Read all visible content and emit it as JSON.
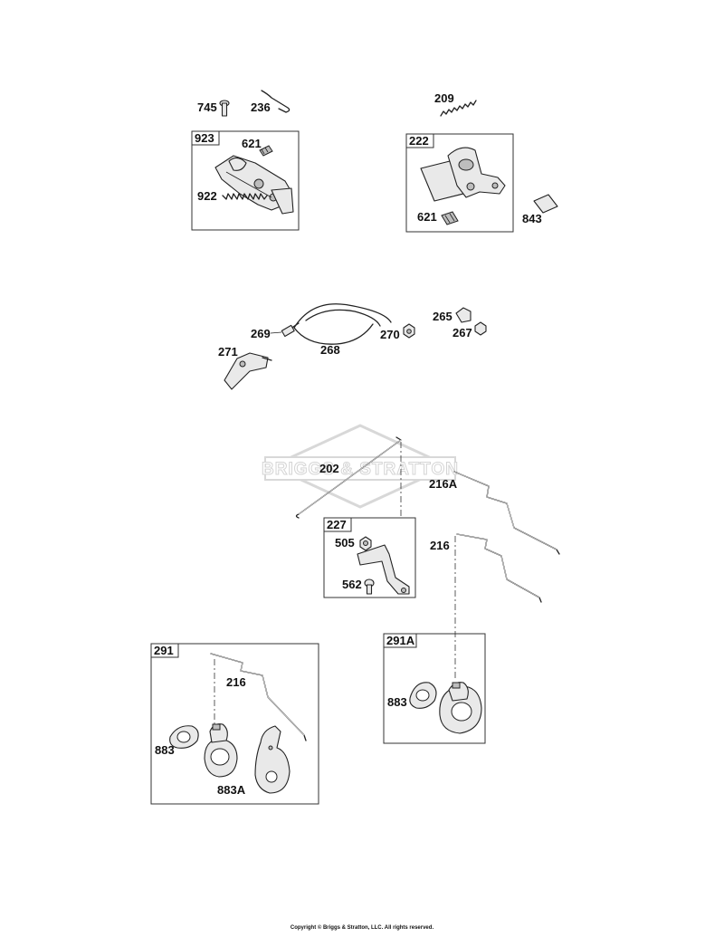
{
  "watermark": "BRIGGS & STRATTON",
  "callouts": {
    "p745": "745",
    "p236": "236",
    "p923": "923",
    "p621a": "621",
    "p922": "922",
    "p209": "209",
    "p222": "222",
    "p621b": "621",
    "p843": "843",
    "p269": "269",
    "p268": "268",
    "p270": "270",
    "p265": "265",
    "p267": "267",
    "p271": "271",
    "p202": "202",
    "p216A": "216A",
    "p216a": "216",
    "p227": "227",
    "p505": "505",
    "p562": "562",
    "p291": "291",
    "p216b": "216",
    "p883a": "883",
    "p883A": "883A",
    "p291A": "291A",
    "p883b": "883"
  },
  "copyright": "Copyright © Briggs & Stratton, LLC. All rights reserved."
}
